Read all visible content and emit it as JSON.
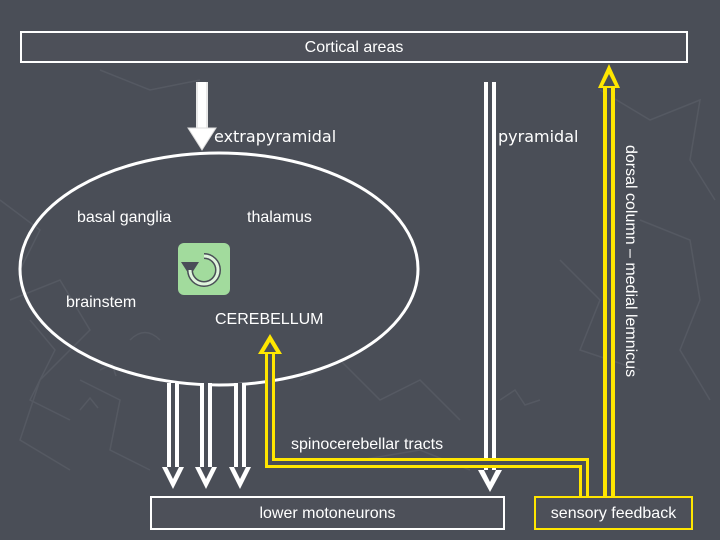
{
  "boxes": {
    "cortical": "Cortical areas",
    "motoneurons": "lower motoneurons",
    "sensory": "sensory feedback"
  },
  "labels": {
    "extrapyramidal": "extrapyramidal",
    "pyramidal": "pyramidal",
    "basal_ganglia": "basal ganglia",
    "thalamus": "thalamus",
    "brainstem": "brainstem",
    "cerebellum": "CEREBELLUM",
    "spinocerebellar": "spinocerebellar tracts",
    "dorsal_column": "dorsal column – medial lemnicus"
  },
  "colors": {
    "background": "#4a4e57",
    "outline": "#ffffff",
    "sensory_path": "#ffe600",
    "loop_icon": "#a6e3a1"
  },
  "icons": [
    "down-arrow-icon",
    "up-arrow-icon",
    "loop-arrow-icon"
  ]
}
